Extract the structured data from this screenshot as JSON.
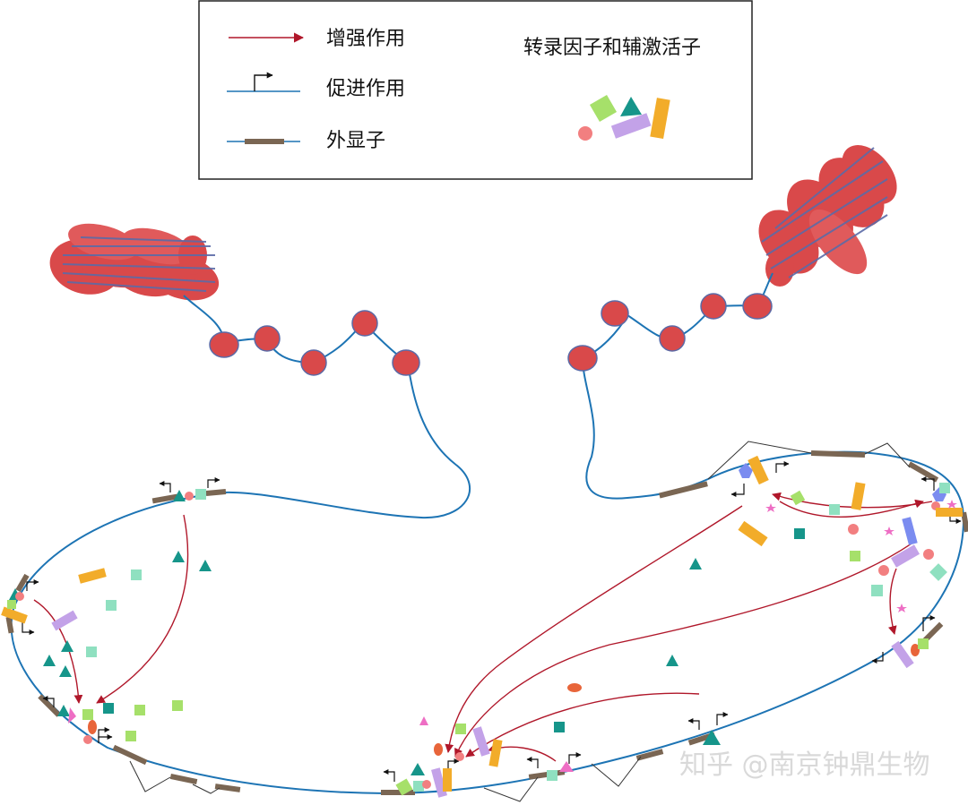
{
  "legend": {
    "enhance_label": "增强作用",
    "promote_label": "促进作用",
    "exon_label": "外显子",
    "factors_label": "转录因子和辅激活子"
  },
  "watermark": "知乎 @南京钟鼎生物",
  "colors": {
    "enhancer_arrow": "#b0172a",
    "dna": "#1d74b4",
    "exon": "#7a6653",
    "nucleosome": "#d9494a",
    "nucleosome_stripe": "#5b6aa6",
    "factor_green": "#a6e06a",
    "factor_teal": "#16958a",
    "factor_orange": "#f2ac2a",
    "factor_purple": "#c3a2e8",
    "factor_salmon": "#f27f80",
    "factor_mint": "#8fe0c0",
    "factor_pink": "#ee6ec4",
    "factor_blue": "#7b8cf0",
    "factor_red_oval": "#e8653a"
  }
}
